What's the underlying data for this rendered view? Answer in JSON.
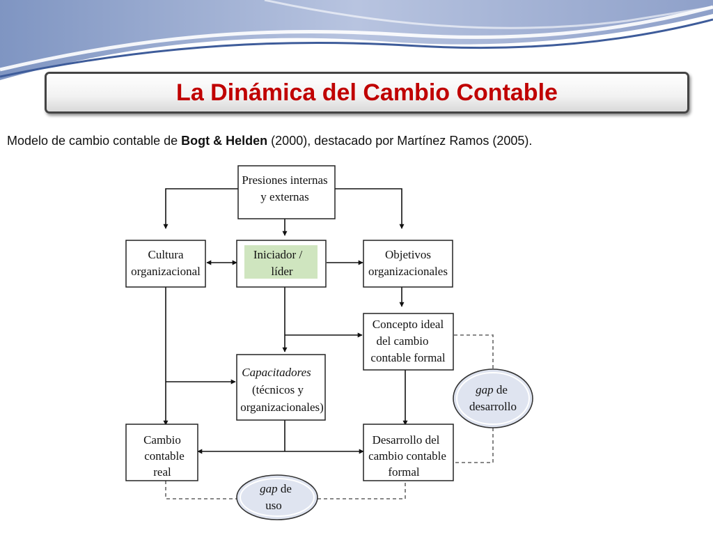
{
  "slide": {
    "title": "La Dinámica del Cambio Contable",
    "subtitle": {
      "prefix": "Modelo de cambio contable de ",
      "authors": "Bogt & Helden",
      "suffix": " (2000), destacado por Martínez Ramos (2005)."
    },
    "footnote": ""
  },
  "diagram": {
    "nodes": {
      "presiones": [
        "Presiones internas",
        "y externas"
      ],
      "cultura": [
        "Cultura",
        "organizacional"
      ],
      "iniciador": [
        "Iniciador /",
        "líder"
      ],
      "objetivos": [
        "Objetivos",
        "organizacionales"
      ],
      "concepto": [
        "Concepto ideal",
        "del cambio",
        "contable formal"
      ],
      "capacitadores": [
        "Capacitadores",
        "(técnicos y",
        "organizacionales)"
      ],
      "gap_desarrollo": [
        "gap",
        " de",
        "desarrollo"
      ],
      "cambio_real": [
        "Cambio",
        "contable",
        "real"
      ],
      "desarrollo": [
        "Desarrollo del",
        "cambio contable",
        "formal"
      ],
      "gap_uso": [
        "gap",
        " de",
        "uso"
      ]
    },
    "colors": {
      "iniciador_highlight": "#cfe5bf",
      "gap_fill": "#dfe4f0",
      "box_border": "#222222",
      "dashed_line": "#777777"
    }
  }
}
